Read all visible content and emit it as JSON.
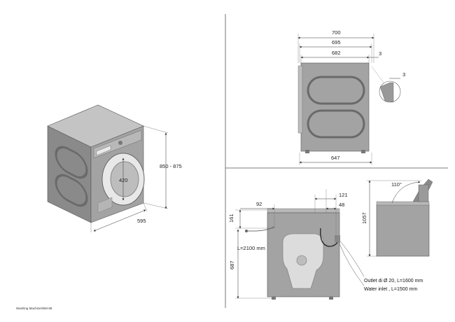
{
  "footer": {
    "caption": "Washing Machine/WM-88"
  },
  "iso_view": {
    "height_range": "850 - 875",
    "door_diameter": "420",
    "width": "595"
  },
  "top_view": {
    "depth_total": "700",
    "depth_mid": "695",
    "depth_body": "682",
    "offset_a": "3",
    "offset_b": "3",
    "base_depth": "647"
  },
  "rear_view": {
    "top_offset": "161",
    "left_inlet": "92",
    "right_offset_a": "121",
    "right_offset_b": "48",
    "cable_length": "L=2100 mm",
    "height": "687",
    "outlet_label": "Outlet di Ø 20, L=1600 mm",
    "inlet_label": "Water inlet , L=1500 mm"
  },
  "lid_view": {
    "angle": "110°",
    "total_height": "1057"
  }
}
